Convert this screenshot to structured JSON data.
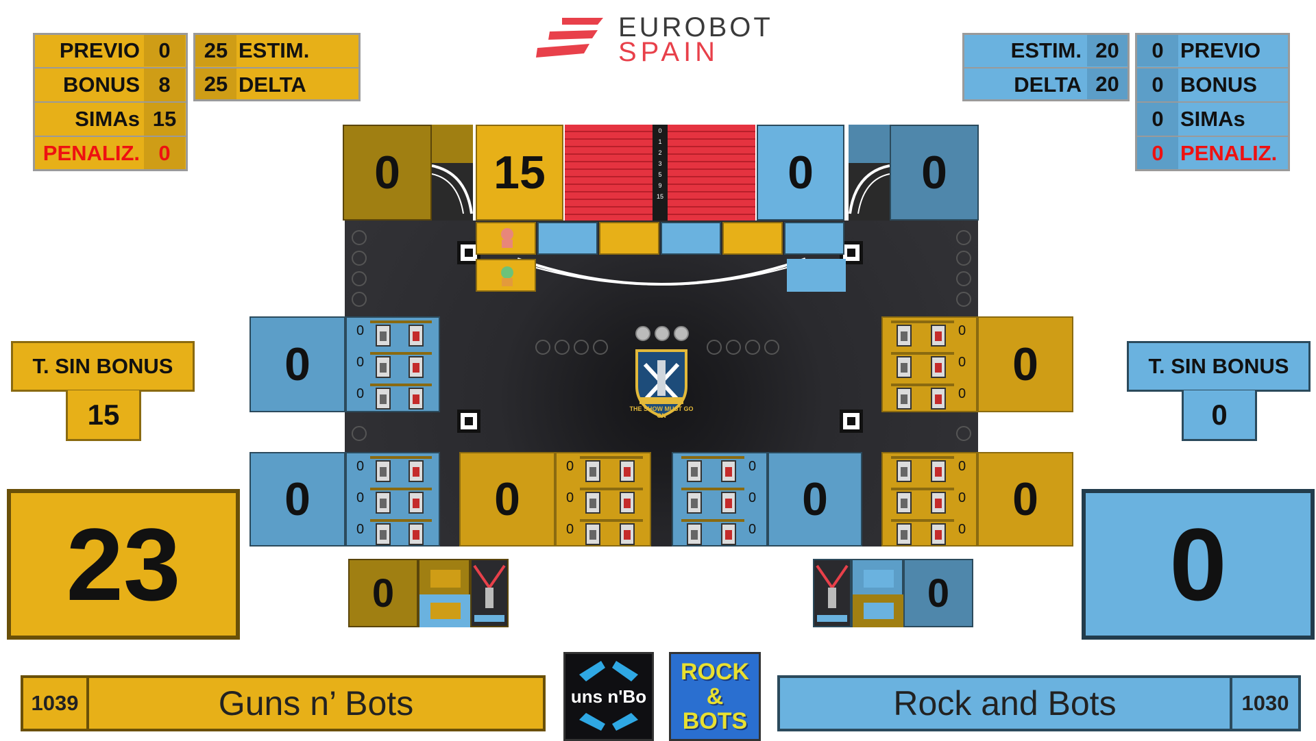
{
  "header": {
    "brand_top": "EUROBOT",
    "brand_bottom": "SPAIN"
  },
  "colors": {
    "yellow": "#e7b018",
    "blue": "#6ab2df",
    "red": "#ee1111"
  },
  "yellow_panel": {
    "previo_label": "PREVIO",
    "previo_value": "0",
    "bonus_label": "BONUS",
    "bonus_value": "8",
    "simas_label": "SIMAs",
    "simas_value": "15",
    "penaliz_label": "PENALIZ.",
    "penaliz_value": "0",
    "estim_value": "25",
    "estim_label": "ESTIM.",
    "delta_value": "25",
    "delta_label": "DELTA",
    "t_sin_bonus_label": "T. SIN BONUS",
    "t_sin_bonus_value": "15",
    "total": "23"
  },
  "blue_panel": {
    "estim_label": "ESTIM.",
    "estim_value": "20",
    "delta_label": "DELTA",
    "delta_value": "20",
    "previo_value": "0",
    "previo_label": "PREVIO",
    "bonus_value": "0",
    "bonus_label": "BONUS",
    "simas_value": "0",
    "simas_label": "SIMAs",
    "penaliz_value": "0",
    "penaliz_label": "PENALIZ.",
    "t_sin_bonus_label": "T. SIN BONUS",
    "t_sin_bonus_value": "0",
    "total": "0"
  },
  "top_row": {
    "yellow_backstage": "0",
    "yellow_banner": "15",
    "blue_banner": "0",
    "blue_backstage": "0"
  },
  "scale_labels": [
    "0",
    "1",
    "2",
    "3",
    "5",
    "9",
    "15"
  ],
  "zones": {
    "left_upper": "0",
    "left_lower": "0",
    "center_left": "0",
    "center_right": "0",
    "right_upper": "0",
    "right_lower": "0",
    "yellow_pit": "0",
    "blue_pit": "0"
  },
  "shelf_counts": [
    "0",
    "0",
    "0"
  ],
  "emblem_text": "THE SHOW MUST GO ON",
  "teams": {
    "yellow": {
      "number": "1039",
      "name": "Guns n’ Bots",
      "logo_text": "uns n'Bo"
    },
    "blue": {
      "number": "1030",
      "name": "Rock and Bots",
      "logo_text": "ROCK & BOTS"
    }
  }
}
